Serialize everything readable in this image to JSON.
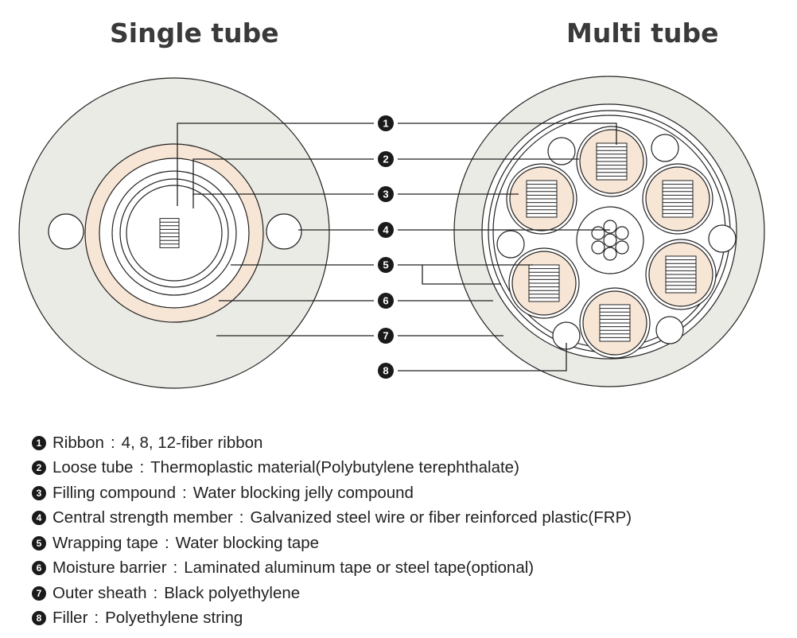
{
  "titles": {
    "single": "Single tube",
    "multi": "Multi tube"
  },
  "callout_numbers": [
    "1",
    "2",
    "3",
    "4",
    "5",
    "6",
    "7",
    "8"
  ],
  "legend": [
    {
      "num": "1",
      "term": "Ribbon",
      "desc": "4, 8, 12-fiber ribbon"
    },
    {
      "num": "2",
      "term": "Loose tube",
      "desc": "Thermoplastic material(Polybutylene terephthalate)"
    },
    {
      "num": "3",
      "term": "Filling compound",
      "desc": "Water blocking jelly compound"
    },
    {
      "num": "4",
      "term": "Central strength member",
      "desc": "Galvanized steel wire or fiber reinforced plastic(FRP)"
    },
    {
      "num": "5",
      "term": "Wrapping tape",
      "desc": "Water blocking tape"
    },
    {
      "num": "6",
      "term": "Moisture barrier",
      "desc": "Laminated aluminum tape or steel tape(optional)"
    },
    {
      "num": "7",
      "term": "Outer sheath",
      "desc": "Black polyethylene"
    },
    {
      "num": "8",
      "term": "Filler",
      "desc": "Polyethylene string"
    }
  ],
  "separator": ":",
  "colors": {
    "sheath": "#ebebe6",
    "tape": "#f7e6d6",
    "outline": "#222222",
    "badge": "#1a1a1a"
  }
}
